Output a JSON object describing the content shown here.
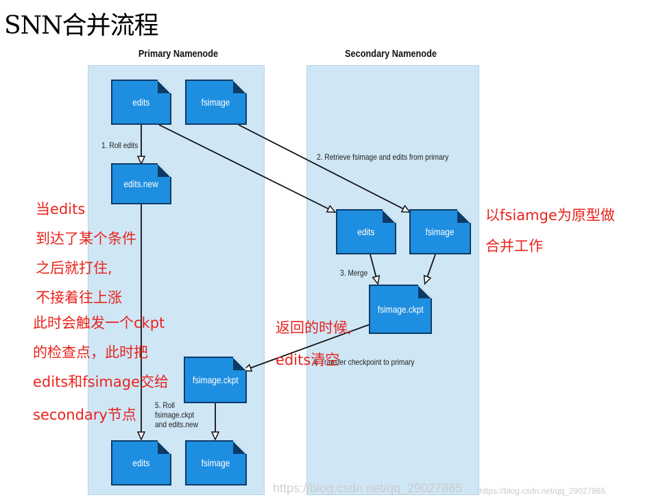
{
  "title": "SNN合并流程",
  "diagram": {
    "primary_title": "Primary Namenode",
    "secondary_title": "Secondary Namenode",
    "files": {
      "p_edits": "edits",
      "p_fsimage": "fsimage",
      "p_edits_new": "edits.new",
      "s_edits": "edits",
      "s_fsimage": "fsimage",
      "s_ckpt": "fsimage.ckpt",
      "p_ckpt": "fsimage.ckpt",
      "p_edits_final": "edits",
      "p_fsimage_final": "fsimage"
    },
    "steps": {
      "step1": "1. Roll edits",
      "step2": "2. Retrieve fsimage and edits from primary",
      "step3": "3. Merge",
      "step4": "4. Transfer checkpoint to primary",
      "step5_line1": "5. Roll",
      "step5_line2": "fsimage.ckpt",
      "step5_line3": "and edits.new"
    }
  },
  "annotations": {
    "left": [
      "当edits",
      "到达了某个条件",
      "之后就打住,",
      "不接着往上涨",
      "此时会触发一个ckpt",
      "的检查点，此时把",
      "edits和fsimage交给",
      "secondary节点"
    ],
    "right": [
      "以fsiamge为原型做",
      "合并工作"
    ],
    "middle": [
      "返回的时候,",
      "edits清空"
    ]
  },
  "watermarks": {
    "main": "https://blog.csdn.net/qq_29027865",
    "small": "https://blog.csdn.net/qq_29027865"
  },
  "colors": {
    "annotation": "#e8231c",
    "file_fill": "#1e8ee0",
    "panel_fill": "#cfe6f5"
  }
}
